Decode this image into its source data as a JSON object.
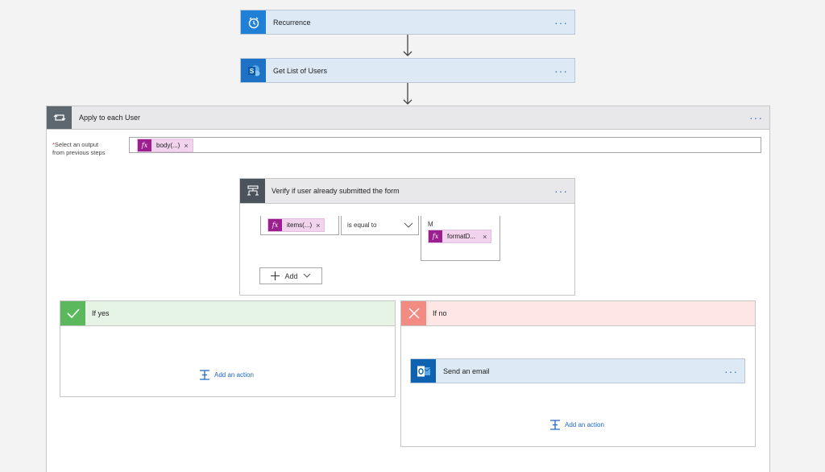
{
  "steps": {
    "recurrence": {
      "title": "Recurrence",
      "icon": "alarm-clock-icon"
    },
    "get_users": {
      "title": "Get List of Users",
      "icon": "sharepoint-icon"
    },
    "more": "···"
  },
  "apply_each": {
    "title": "Apply to each User",
    "icon": "loop-icon",
    "required_mark": "*",
    "select_label_1": "Select an output",
    "select_label_2": "from previous steps",
    "token": "body(...)"
  },
  "condition": {
    "title": "Verify if user already submitted the form",
    "icon": "condition-icon",
    "left_token": "items(...)",
    "operator": "is equal to",
    "right_prefix": "M",
    "right_token": "formatD...",
    "add_label": "Add"
  },
  "branches": {
    "yes": {
      "title": "If yes",
      "color": "#5cb85c",
      "add_action": "Add an action"
    },
    "no": {
      "title": "If no",
      "color": "#f28b82",
      "add_action": "Add an action",
      "action": {
        "title": "Send an email",
        "icon": "outlook-icon"
      }
    }
  },
  "token_remove": "×",
  "colors": {
    "accent": "#2067c6",
    "fx": "#9b1f8e",
    "yes_header": "#e6f4e6",
    "no_header": "#fde6e4"
  }
}
